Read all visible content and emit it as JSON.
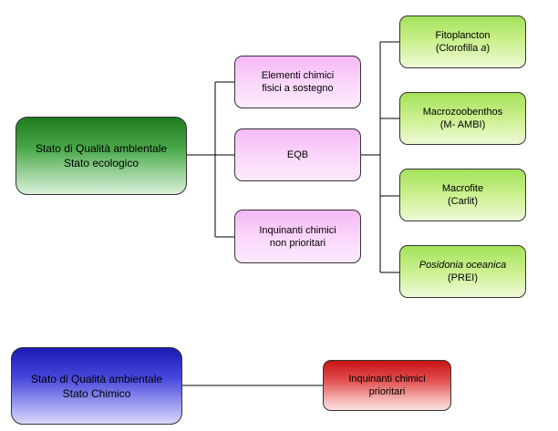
{
  "ecological": {
    "root": [
      "Stato di Qualità ambientale",
      "Stato ecologico"
    ],
    "elementi": [
      "Elementi chimici",
      "fisici a sostegno"
    ],
    "eqb": "EQB",
    "inquinanti_non": [
      "Inquinanti chimici",
      "non prioritari"
    ],
    "fitoplancton": {
      "name": "Fitoplancton",
      "index_prefix": "(Clorofilla ",
      "index_italic": "a",
      "index_suffix": ")"
    },
    "macrozoobenthos": [
      "Macrozoobenthos",
      "(M- AMBI)"
    ],
    "macrofite": [
      "Macrofite",
      "(Carlit)"
    ],
    "posidonia": {
      "name": "Posidonia oceanica",
      "index": "(PREI)"
    }
  },
  "chemical": {
    "root": [
      "Stato di Qualità ambientale",
      "Stato Chimico"
    ],
    "inquinanti_prior": [
      "Inquinanti chimici",
      "prioritari"
    ]
  },
  "colors": {
    "root_ecological": "#48a848",
    "root_chemical": "#4848dd",
    "level1": "#fbd8fb",
    "level2": "#ccf08f",
    "priority": "#e24f4f",
    "connector": "#000000"
  }
}
